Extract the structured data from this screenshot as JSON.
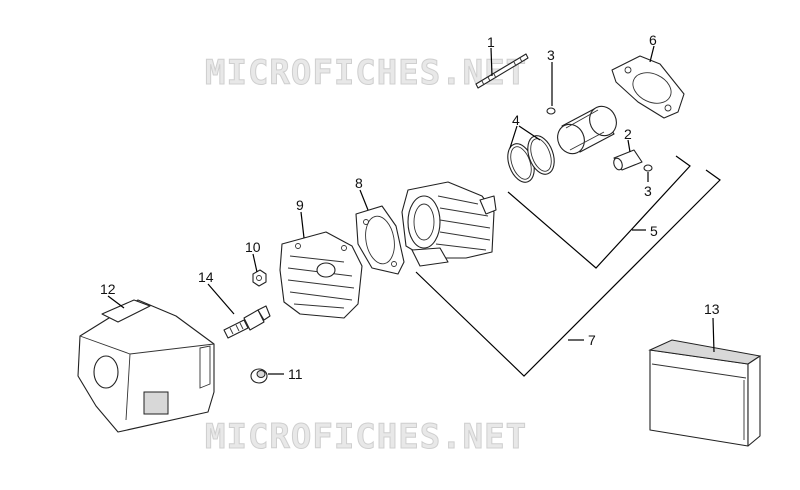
{
  "watermarks": [
    "MICROFICHES.NET",
    "MICROFICHES.NET"
  ],
  "callouts": [
    {
      "label": "1"
    },
    {
      "label": "2"
    },
    {
      "label": "3"
    },
    {
      "label": "3"
    },
    {
      "label": "4"
    },
    {
      "label": "5"
    },
    {
      "label": "6"
    },
    {
      "label": "7"
    },
    {
      "label": "8"
    },
    {
      "label": "9"
    },
    {
      "label": "10"
    },
    {
      "label": "11"
    },
    {
      "label": "12"
    },
    {
      "label": "13"
    },
    {
      "label": "14"
    }
  ],
  "parts": [
    {
      "name": "stud-bolt-icon"
    },
    {
      "name": "piston-pin-icon"
    },
    {
      "name": "circlip-icon"
    },
    {
      "name": "piston-rings-icon"
    },
    {
      "name": "piston-icon"
    },
    {
      "name": "head-gasket-icon"
    },
    {
      "name": "cylinder-icon"
    },
    {
      "name": "base-gasket-icon"
    },
    {
      "name": "cylinder-head-icon"
    },
    {
      "name": "nut-icon"
    },
    {
      "name": "spark-plug-icon"
    },
    {
      "name": "cylinder-shroud-icon"
    },
    {
      "name": "manual-booklet-icon"
    }
  ]
}
